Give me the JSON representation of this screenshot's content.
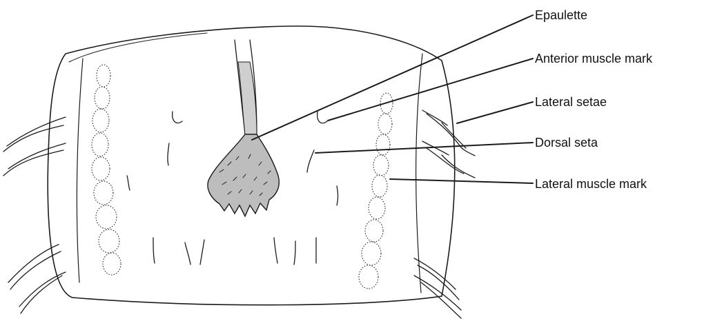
{
  "labels": [
    {
      "key": "epaulette",
      "text": "Epaulette"
    },
    {
      "key": "anterior_muscle_mark",
      "text": "Anterior muscle mark"
    },
    {
      "key": "lateral_setae",
      "text": "Lateral setae"
    },
    {
      "key": "dorsal_seta",
      "text": "Dorsal seta"
    },
    {
      "key": "lateral_muscle_mark",
      "text": "Lateral muscle mark"
    }
  ],
  "colors": {
    "ink": "#1a1a1a",
    "background": "#ffffff"
  }
}
